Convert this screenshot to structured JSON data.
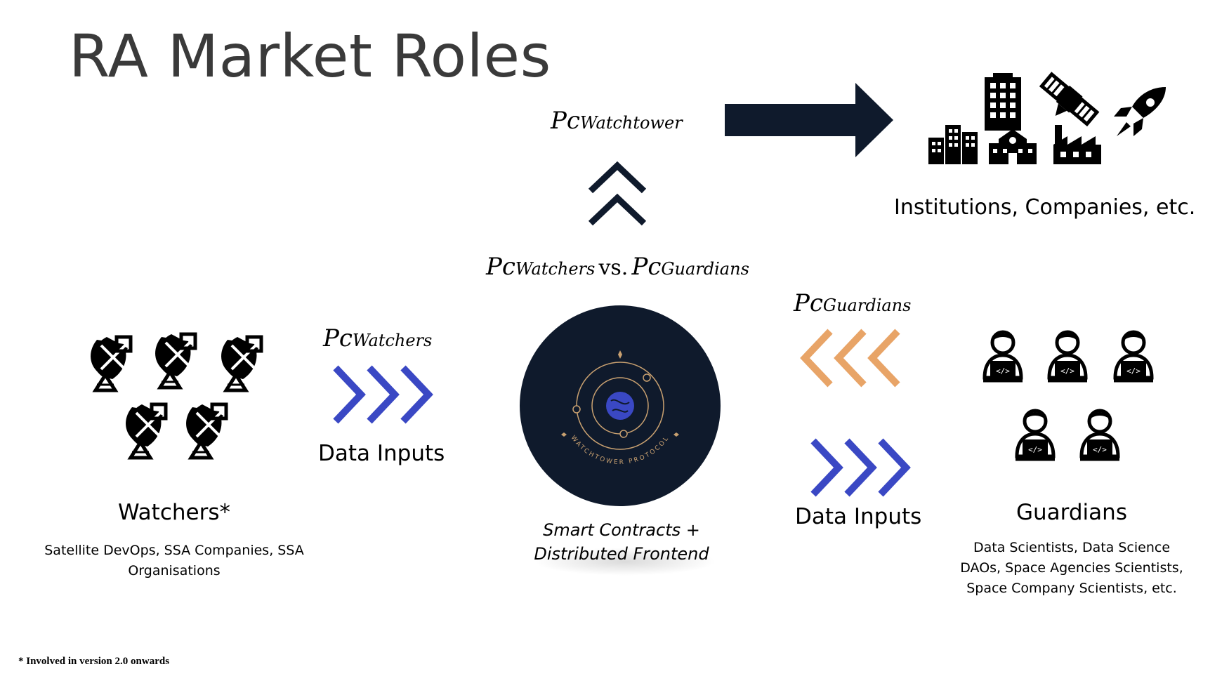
{
  "title": "RA Market Roles",
  "formulas": {
    "watchtower": {
      "base": "Pc",
      "sub": "Watchtower"
    },
    "watchers_vs_guardians": {
      "base1": "Pc",
      "sub1": "Watchers",
      "vs": "vs.",
      "base2": "Pc",
      "sub2": "Guardians"
    },
    "watchers": {
      "base": "Pc",
      "sub": "Watchers"
    },
    "guardians": {
      "base": "Pc",
      "sub": "Guardians"
    }
  },
  "labels": {
    "institutions": "Institutions, Companies, etc.",
    "data_inputs_left": "Data Inputs",
    "data_inputs_right": "Data Inputs",
    "watchers_title": "Watchers*",
    "watchers_desc_1": "Satellite DevOps, SSA Companies, SSA",
    "watchers_desc_2": "Organisations",
    "guardians_title": "Guardians",
    "guardians_desc_1": "Data Scientists, Data Science",
    "guardians_desc_2": "DAOs, Space Agencies Scientists,",
    "guardians_desc_3": "Space Company Scientists, etc.",
    "center_caption_1": "Smart Contracts +",
    "center_caption_2": "Distributed Frontend",
    "logo_text": "WATCHTOWER PROTOCOL",
    "footnote": "* Involved in version 2.0 onwards"
  },
  "icons": {
    "watchers": [
      "satellite-dish-icon",
      "satellite-dish-icon",
      "satellite-dish-icon",
      "satellite-dish-icon",
      "satellite-dish-icon"
    ],
    "guardians": [
      "developer-icon",
      "developer-icon",
      "developer-icon",
      "developer-icon",
      "developer-icon"
    ],
    "institutions": [
      "office-building-icon",
      "satellite-icon",
      "rocket-icon",
      "city-buildings-icon",
      "school-icon",
      "factory-icon"
    ]
  },
  "colors": {
    "title": "#3a3a3a",
    "dark_navy": "#0f1a2c",
    "blue_chevron": "#3a48c4",
    "orange_chevron": "#e8a467",
    "logo_gold": "#c8a070"
  }
}
